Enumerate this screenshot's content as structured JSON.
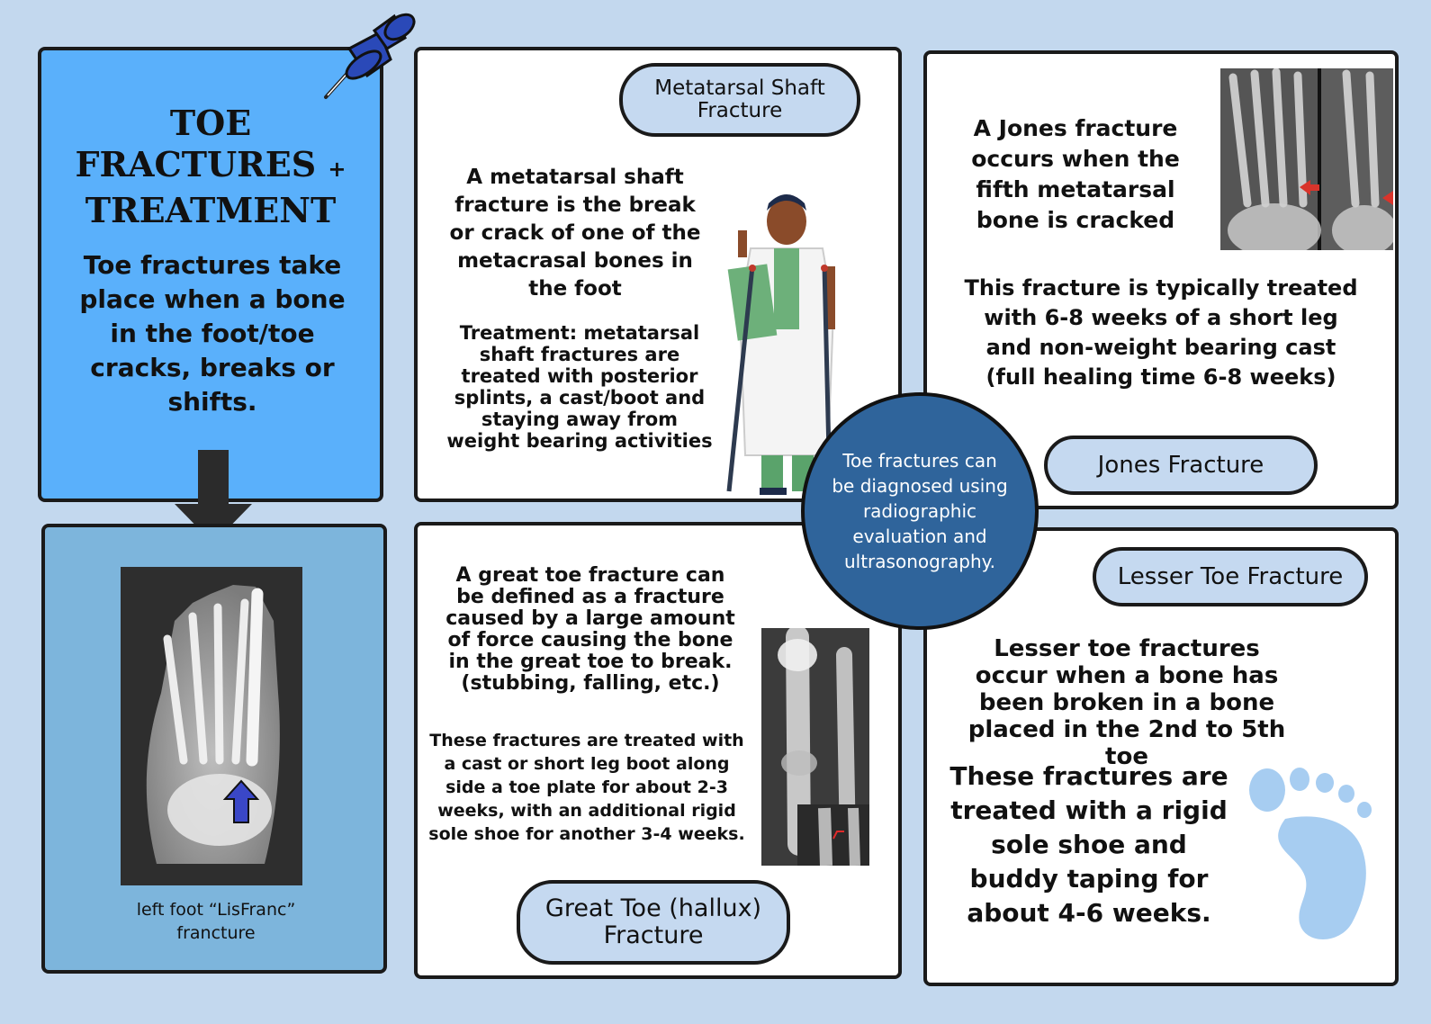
{
  "intro": {
    "title_line1": "TOE",
    "title_line2": "FRACTURES",
    "title_plus": "+",
    "title_line3": "TREATMENT",
    "description": "Toe fractures take place when a bone in the foot/toe cracks, breaks or shifts."
  },
  "xray_panel": {
    "caption": "left foot “LisFranc” francture"
  },
  "metatarsal": {
    "pill": "Metatarsal Shaft Fracture",
    "definition": "A metatarsal shaft fracture is the break or crack of one of the metacrasal bones in the foot",
    "treatment": "Treatment: metatarsal shaft fractures are treated with posterior splints, a cast/boot and staying away from weight bearing activities"
  },
  "jones": {
    "definition": "A Jones fracture occurs when the fifth metatarsal bone is cracked",
    "treatment": "This fracture is typically treated with 6-8 weeks of a short leg and non-weight bearing cast (full healing time 6-8 weeks)",
    "pill": "Jones Fracture"
  },
  "center": {
    "text": "Toe fractures can be diagnosed using radiographic evaluation and ultrasonography."
  },
  "great_toe": {
    "definition": "A great toe fracture can be defined as a fracture caused by a large amount of force causing the bone in the great toe to break. (stubbing, falling, etc.)",
    "treatment": "These fractures are treated with a cast or short leg boot along side a toe plate for about 2-3 weeks, with an additional rigid sole shoe for another 3-4 weeks.",
    "pill": "Great Toe (hallux) Fracture"
  },
  "lesser_toe": {
    "pill": "Lesser Toe Fracture",
    "definition": "Lesser toe fractures occur when a bone has been broken in a bone placed in the 2nd to 5th toe",
    "treatment": "These fractures are treated with a rigid sole shoe and buddy taping for about 4-6 weeks."
  },
  "colors": {
    "background": "#c3d8ee",
    "intro_panel": "#5ab0fb",
    "xray_panel": "#7db5dc",
    "pill": "#c5d9f0",
    "center_circle": "#2f649b",
    "pushpin": "#2a49b8",
    "arrow_marker": "#3a47c7",
    "footprint": "#a7cdf1"
  },
  "icons": {
    "pushpin": "pushpin-icon",
    "down_arrow": "down-arrow-icon",
    "footprint": "footprint-icon",
    "doctor": "doctor-on-crutches-illustration"
  }
}
